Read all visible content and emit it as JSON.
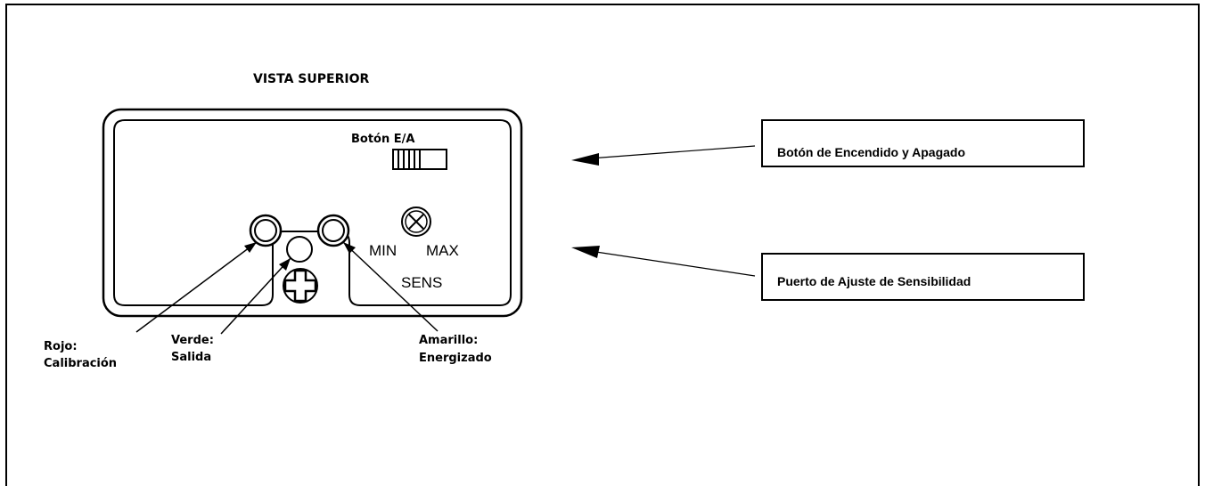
{
  "diagram": {
    "title": "VISTA SUPERIOR",
    "switch_label": "Botón E/A",
    "sens_min": "MIN",
    "sens_max": "MAX",
    "sens_label": "SENS",
    "leds": {
      "red": {
        "name": "Rojo:",
        "function": "Calibración"
      },
      "green": {
        "name": "Verde:",
        "function": "Salida"
      },
      "yellow": {
        "name": "Amarillo:",
        "function": "Energizado"
      }
    }
  },
  "callouts": {
    "power_button": "Botón de Encendido y Apagado",
    "sensitivity_port": "Puerto de Ajuste de Sensibilidad"
  }
}
